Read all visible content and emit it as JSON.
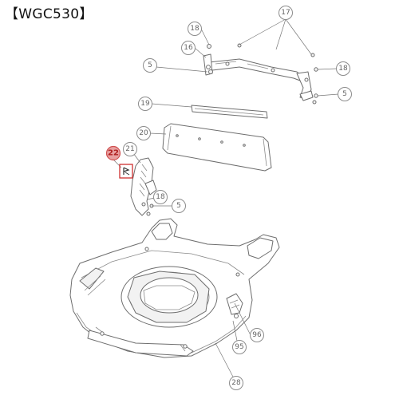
{
  "title": "【WGC530】",
  "highlight": {
    "label": "22",
    "color": "#d03030"
  },
  "callouts": [
    {
      "label": "17"
    },
    {
      "label": "18"
    },
    {
      "label": "16"
    },
    {
      "label": "5"
    },
    {
      "label": "18"
    },
    {
      "label": "5"
    },
    {
      "label": "19"
    },
    {
      "label": "20"
    },
    {
      "label": "21"
    },
    {
      "label": "18"
    },
    {
      "label": "5"
    },
    {
      "label": "96"
    },
    {
      "label": "95"
    },
    {
      "label": "28"
    }
  ]
}
